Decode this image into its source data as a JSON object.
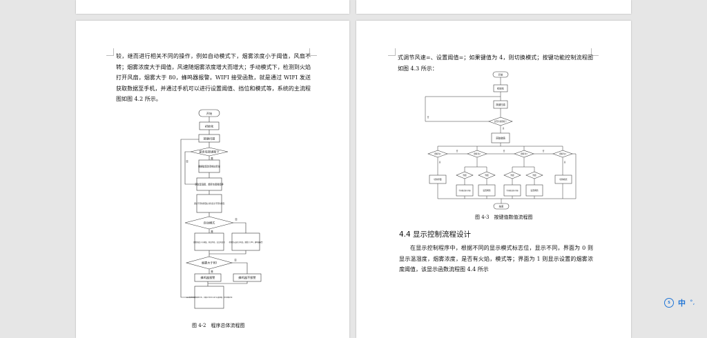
{
  "left_page": {
    "paragraph": "较，继而进行相关不同的操作，例如自动模式下，烟雾浓度小于阈值，风扇不转；烟雾浓度大于阈值，风速随烟雾浓度增大而增大；手动模式下，检测到火焰打开风扇，烟雾大于 80，蜂鸣器报警。WIFI 接受函数，就是通过 WIFI 发送获取数据至手机，并通过手机可以进行设置阈值、挡位和模式等，系统的主流程图如图 4.2 所示。",
    "figure_caption": "图 4-2　程序总体流程图",
    "flow": {
      "start": "开始",
      "init": "初始化",
      "key_scan": "按键扫描",
      "key_pressed": "是否有按键按下",
      "yes": "是",
      "no": "否",
      "key_process": "根据键值改变相应变量",
      "read_sensor": "获取温湿度、烟雾浓度阈值等",
      "display": "通过不同的界面标志位显示不同的界面",
      "auto_mode": "自动模式",
      "auto_action": "烟雾浓度小于阈值，风扇不转，反比风扇转",
      "manual_action": "检测到火焰打开风扇，烟雾大于80，蜂鸣器报警",
      "smoke_check": "烟雾大于80",
      "alarm_on": "蜂鸣器报警",
      "alarm_off": "蜂鸣器不报警",
      "wifi": "WIFI发送获取数据至手机，并通过手机可以进行设置阈值、挡位和模式等"
    }
  },
  "right_page": {
    "paragraph_top": "式调节风速=、设置阈值=；如果键值为 4，则切换模式；按键功能控制流程图如图 4.3 所示：",
    "figure_caption": "图 4-3　按键值数值流程图",
    "heading": "4.4  显示控制流程设计",
    "paragraph_bottom": "在显示控制程序中，根据不同的显示模式标志位，显示不同，界面为 0 则显示温湿度，烟雾浓度，是否有火焰，模式等；界面为 1 则显示设置的烟雾浓度阈值，该显示函数流程图 4.4 所示",
    "flow": {
      "start": "开始",
      "init": "初始化",
      "key_scan": "按键扫描",
      "key_pressed": "是否有按键按下",
      "get_key": "获取键值",
      "key1": "键值为1",
      "key2": "键值为2",
      "key3": "键值为3",
      "key4": "键值为4",
      "interface": "界面",
      "switch_ui": "切换界面",
      "wind_speed": "手动模式调节风速",
      "set_threshold": "设置阈值",
      "switch_mode": "切换模式",
      "end": "结束",
      "yes": "是",
      "no": "否"
    }
  },
  "tray": {
    "ime_logo": "S",
    "lang": "中",
    "dots": "°,"
  }
}
